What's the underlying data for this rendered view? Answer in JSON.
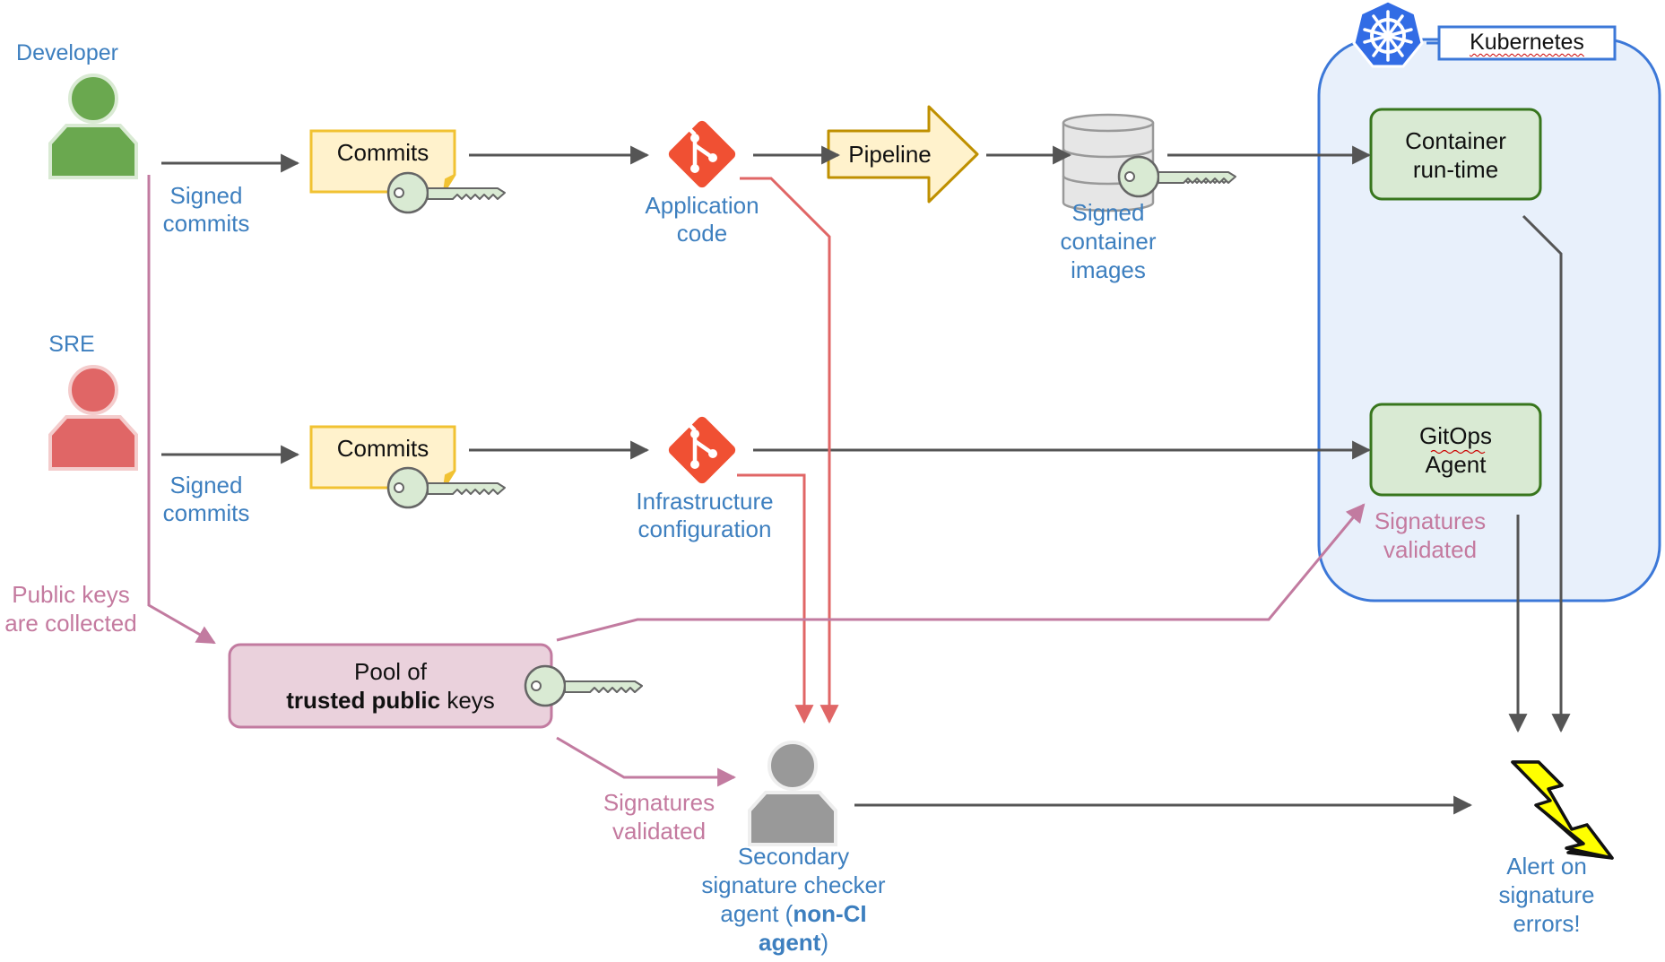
{
  "colors": {
    "dark_arrow": "#555555",
    "red_arrow": "#e06666",
    "pink_arrow": "#c27ba0",
    "label_blue": "#3d7fbf",
    "label_pink": "#c47a9f",
    "commit_fill": "#fff2cc",
    "commit_stroke": "#f1c232",
    "pipeline_fill": "#fff2cc",
    "pipeline_stroke": "#bf9000",
    "green_box_fill": "#d9ead3",
    "green_box_stroke": "#38761d",
    "pool_fill": "#ead1dc",
    "pool_stroke": "#c27ba0",
    "k8s_fill": "#e8f0fb",
    "k8s_stroke": "#3c78d8",
    "git_red": "#f05033",
    "key_fill": "#d9ead3",
    "key_stroke": "#666666",
    "lightning": "#ffff00"
  },
  "actors": {
    "developer": "Developer",
    "sre": "SRE"
  },
  "labels": {
    "signed_commits_1a": "Signed",
    "signed_commits_1b": "commits",
    "signed_commits_2a": "Signed",
    "signed_commits_2b": "commits",
    "commits_1": "Commits",
    "commits_2": "Commits",
    "app_code_a": "Application",
    "app_code_b": "code",
    "infra_a": "Infrastructure",
    "infra_b": "configuration",
    "pipeline": "Pipeline",
    "signed_images_a": "Signed",
    "signed_images_b": "container",
    "signed_images_c": "images",
    "kubernetes": "Kubernetes",
    "container_runtime_a": "Container",
    "container_runtime_b": "run-time",
    "gitops_a": "GitOps",
    "gitops_b": "Agent",
    "sig_validated_k8s_a": "Signatures",
    "sig_validated_k8s_b": "validated",
    "public_keys_a": "Public keys",
    "public_keys_b": "are collected",
    "pool_a": "Pool of",
    "pool_b_bold": "trusted public",
    "pool_b_rest": " keys",
    "sig_validated_pool_a": "Signatures",
    "sig_validated_pool_b": "validated",
    "secondary_a": "Secondary",
    "secondary_b": "signature checker",
    "secondary_c1": "agent (",
    "secondary_c_bold": "non-CI",
    "secondary_d_bold": "agent",
    "secondary_d_rest": ")",
    "alert_a": "Alert on",
    "alert_b": "signature",
    "alert_c": "errors!"
  },
  "icons": {
    "developer": "person-icon",
    "sre": "person-icon",
    "git_app": "git-icon",
    "git_infra": "git-icon",
    "database": "database-icon",
    "kubernetes": "kubernetes-helm-icon",
    "key": "key-icon",
    "secondary_agent": "person-icon",
    "alert": "lightning-icon"
  }
}
